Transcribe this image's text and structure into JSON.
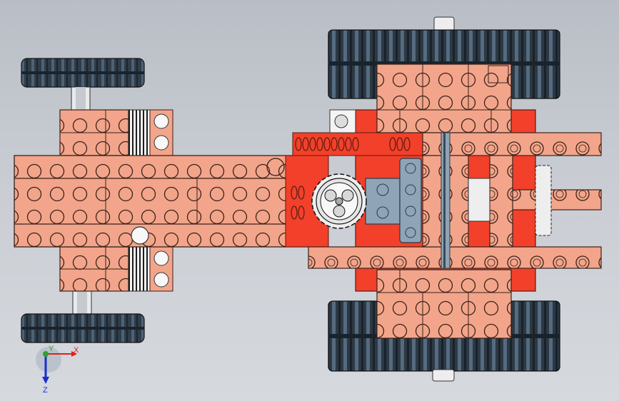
{
  "scene": {
    "kind": "CAD top view of a LEGO Technic vehicle model",
    "colors": {
      "background_top": "#b9bec6",
      "background_bottom": "#d6d9de",
      "brick": "#f2a58a",
      "brick_edge": "#4a2a22",
      "red_part": "#f2402a",
      "tire": "#2f3d4a",
      "tire_highlight": "#6d8193",
      "steel_blue": "#8fa4b6",
      "white": "#f4f4f4"
    }
  },
  "triad": {
    "x_label": "X",
    "y_label": "Y",
    "z_label": "Z",
    "x_color": "#e0201a",
    "y_color": "#2ea22e",
    "z_color": "#1a2ed0"
  }
}
